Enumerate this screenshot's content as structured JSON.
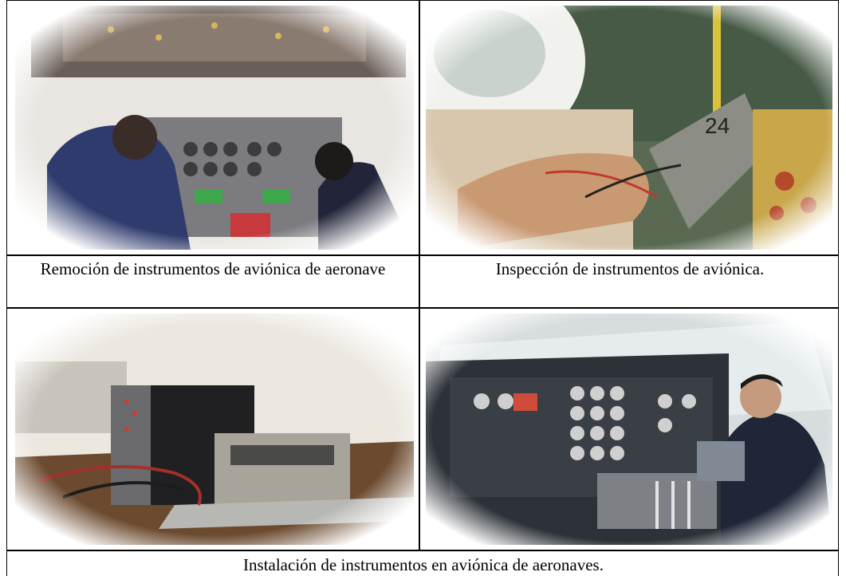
{
  "captions": {
    "top_left": "Remoción de instrumentos de aviónica de aeronave",
    "top_right": "Inspección de instrumentos de aviónica.",
    "bottom": "Instalación de instrumentos en aviónica de aeronaves."
  },
  "images": {
    "top_left": "photo-cockpit-two-technicians",
    "top_right": "photo-hand-inspecting-instrument-with-probes",
    "bottom_left": "photo-avionics-units-on-bench",
    "bottom_right": "photo-technician-working-at-cockpit-panel"
  }
}
